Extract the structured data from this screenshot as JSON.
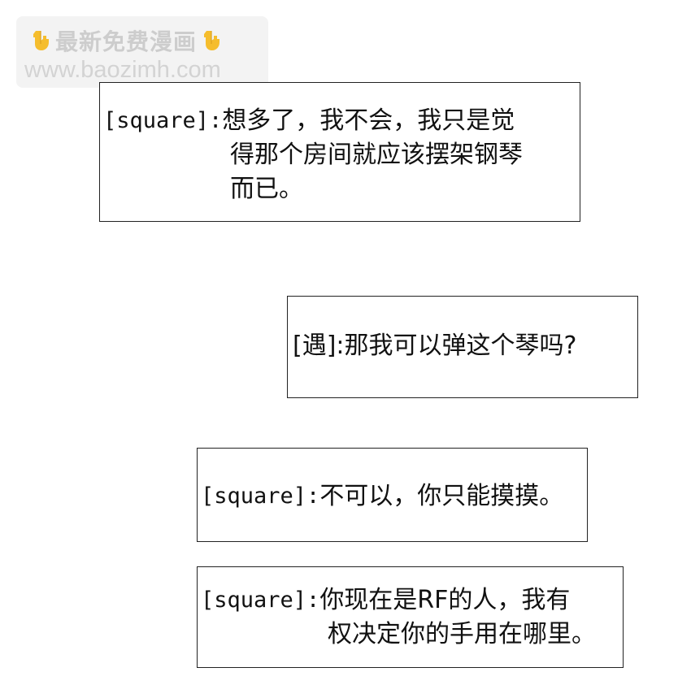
{
  "watermark": {
    "title": "最新免费漫画",
    "url": "www.baozimh.com",
    "icon_left": "pointing-down-hand-icon",
    "icon_right": "pointing-down-hand-icon",
    "icon_color": "#f5b81c"
  },
  "bubbles": [
    {
      "speaker": "[square]:",
      "lines": [
        "想多了，我不会，我只是觉",
        "得那个房间就应该摆架钢琴",
        "而已。"
      ]
    },
    {
      "speaker": "[遇]:",
      "lines": [
        "那我可以弹这个琴吗?"
      ]
    },
    {
      "speaker": "[square]:",
      "lines": [
        "不可以，你只能摸摸。"
      ]
    },
    {
      "speaker": "[square]:",
      "lines": [
        "你现在是RF的人，我有",
        "权决定你的手用在哪里。"
      ]
    }
  ]
}
